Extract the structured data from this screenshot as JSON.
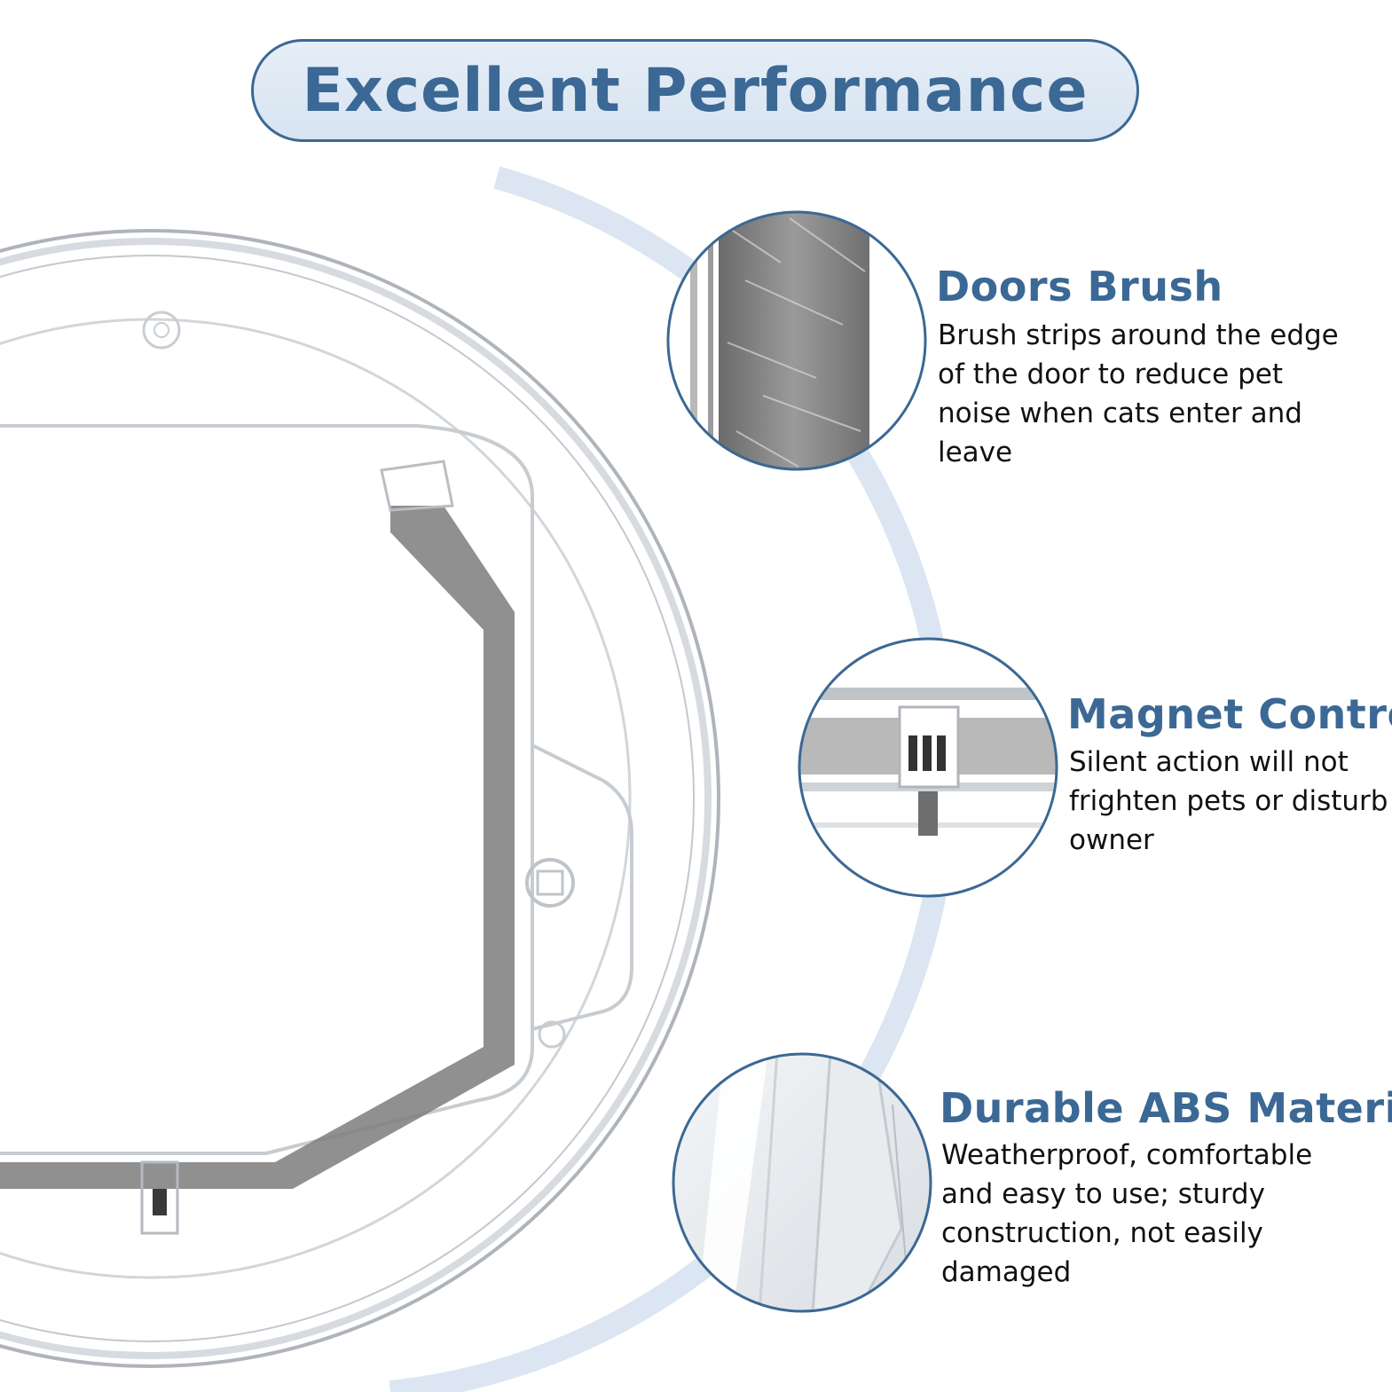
{
  "title": "Excellent Performance",
  "colors": {
    "accent": "#3b6894",
    "pill_fill": "#dde8f3",
    "arc": "#dbe6f2",
    "brush_gray": "#8c8c8c",
    "plastic": "#c9ced4"
  },
  "features": [
    {
      "icon": "brush-detail-icon",
      "title": "Doors Brush",
      "description": [
        "Brush strips around the edge",
        "of the door to reduce pet",
        "noise when cats enter and",
        "leave"
      ]
    },
    {
      "icon": "magnet-detail-icon",
      "title": "Magnet Control",
      "description": [
        "Silent action will not",
        "frighten pets or disturb",
        "owner"
      ]
    },
    {
      "icon": "material-detail-icon",
      "title": "Durable ABS Material",
      "description": [
        "Weatherproof, comfortable",
        "and easy to use; sturdy",
        "construction, not easily",
        "damaged"
      ]
    }
  ],
  "product_image": "pet-door-flap-image"
}
